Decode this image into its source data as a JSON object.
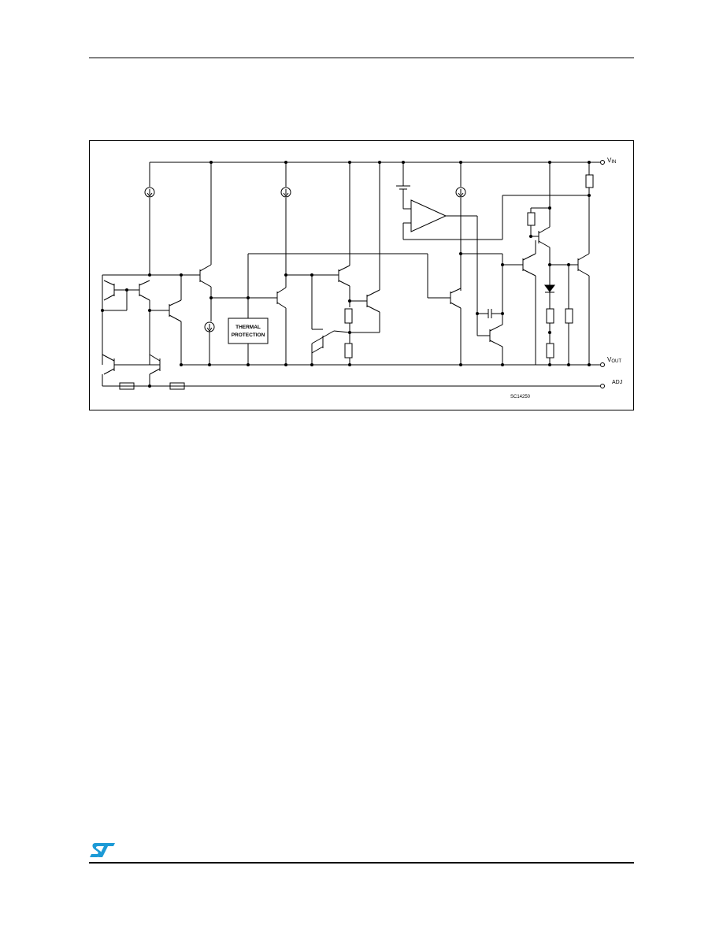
{
  "diagram": {
    "labels": {
      "vin_main": "V",
      "vin_sub": "IN",
      "vout_main": "V",
      "vout_sub": "OUT",
      "adj": "ADJ",
      "thermal_line1": "THERMAL",
      "thermal_line2": "PROTECTION",
      "code": "SC14250"
    }
  },
  "logo": {
    "text": "ST",
    "color": "#1c9ad6"
  }
}
